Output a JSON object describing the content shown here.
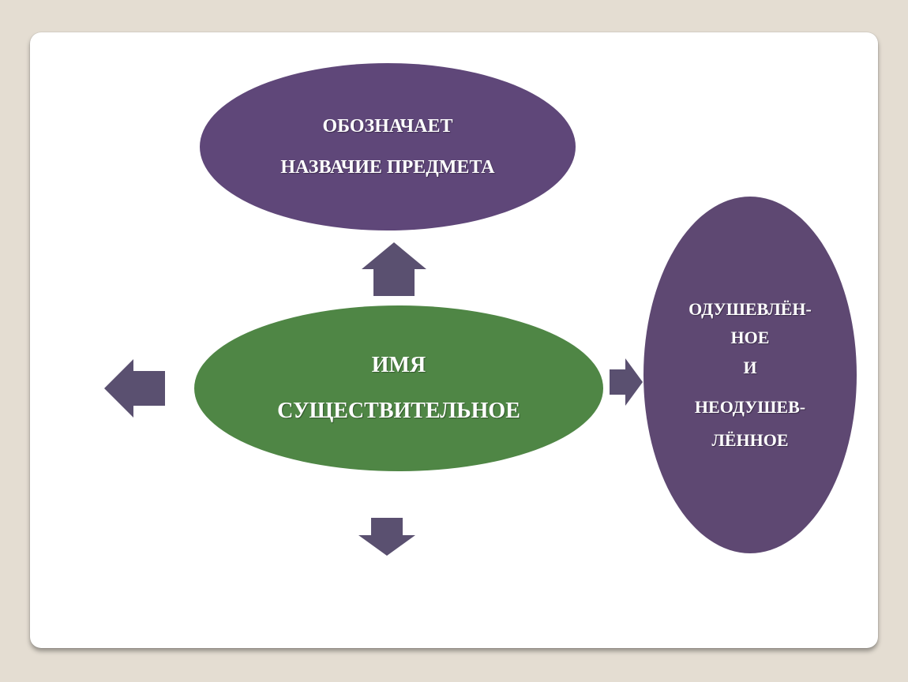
{
  "diagram": {
    "top_node": {
      "line1": "ОБОЗНАЧАЕТ",
      "line2": "НАЗВАЧИЕ ПРЕДМЕТА",
      "color": "#5f4779"
    },
    "center_node": {
      "line1": "ИМЯ",
      "line2": "СУЩЕСТВИТЕЛЬНОЕ",
      "color": "#4f8645"
    },
    "right_node": {
      "line1": "ОДУШЕВЛЁН-",
      "line2": "НОЕ",
      "line3": "И",
      "line4": "НЕОДУШЕВ-",
      "line5": "ЛЁННОЕ",
      "color": "#5e4872"
    },
    "arrow_color": "#5a5070"
  }
}
